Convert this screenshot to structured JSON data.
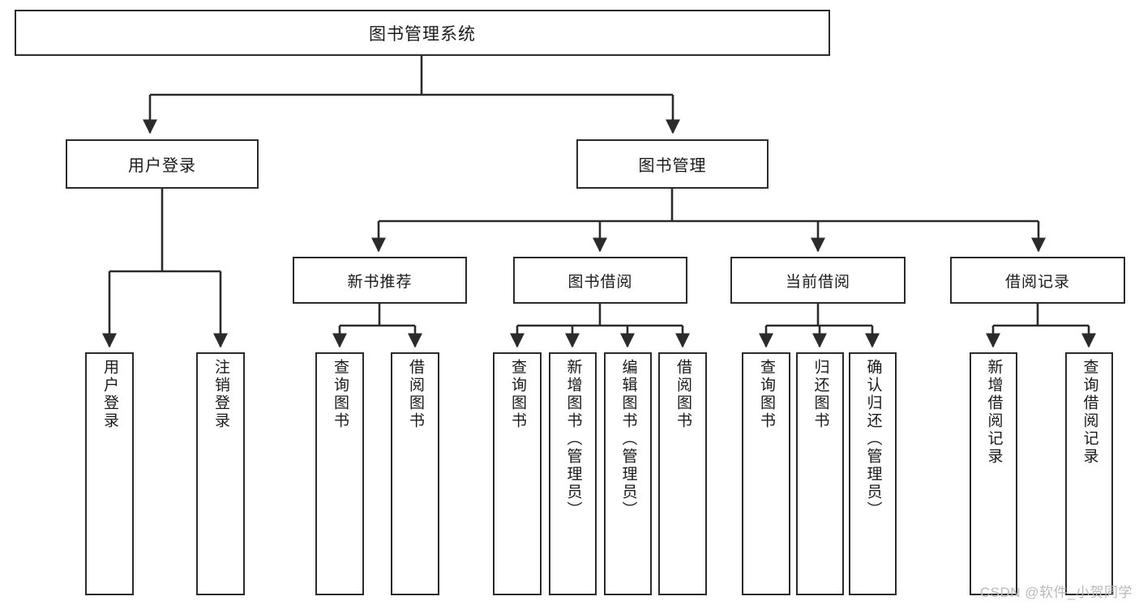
{
  "diagram": {
    "title": "图书管理系统",
    "type": "tree-hierarchy-chart",
    "root": {
      "label": "图书管理系统"
    },
    "level1": [
      {
        "label": "用户登录"
      },
      {
        "label": "图书管理"
      }
    ],
    "level2": [
      {
        "label": "新书推荐"
      },
      {
        "label": "图书借阅"
      },
      {
        "label": "当前借阅"
      },
      {
        "label": "借阅记录"
      }
    ],
    "leaves": {
      "user_login": [
        {
          "label": "用户登录"
        },
        {
          "label": "注销登录"
        }
      ],
      "new_book_recommend": [
        {
          "label": "查询图书"
        },
        {
          "label": "借阅图书"
        }
      ],
      "book_borrow": [
        {
          "label": "查询图书"
        },
        {
          "label": "新增图书（管理员）"
        },
        {
          "label": "编辑图书（管理员）"
        },
        {
          "label": "借阅图书"
        }
      ],
      "current_borrow": [
        {
          "label": "查询图书"
        },
        {
          "label": "归还图书"
        },
        {
          "label": "确认归还（管理员）"
        }
      ],
      "borrow_record": [
        {
          "label": "新增借阅记录"
        },
        {
          "label": "查询借阅记录"
        }
      ]
    }
  },
  "watermark": {
    "text": "CSDN @软件_小贺同学"
  },
  "colors": {
    "stroke": "#2b2b2b",
    "background": "#ffffff",
    "text": "#1a1a1a",
    "watermark": "#b9b9b9"
  }
}
